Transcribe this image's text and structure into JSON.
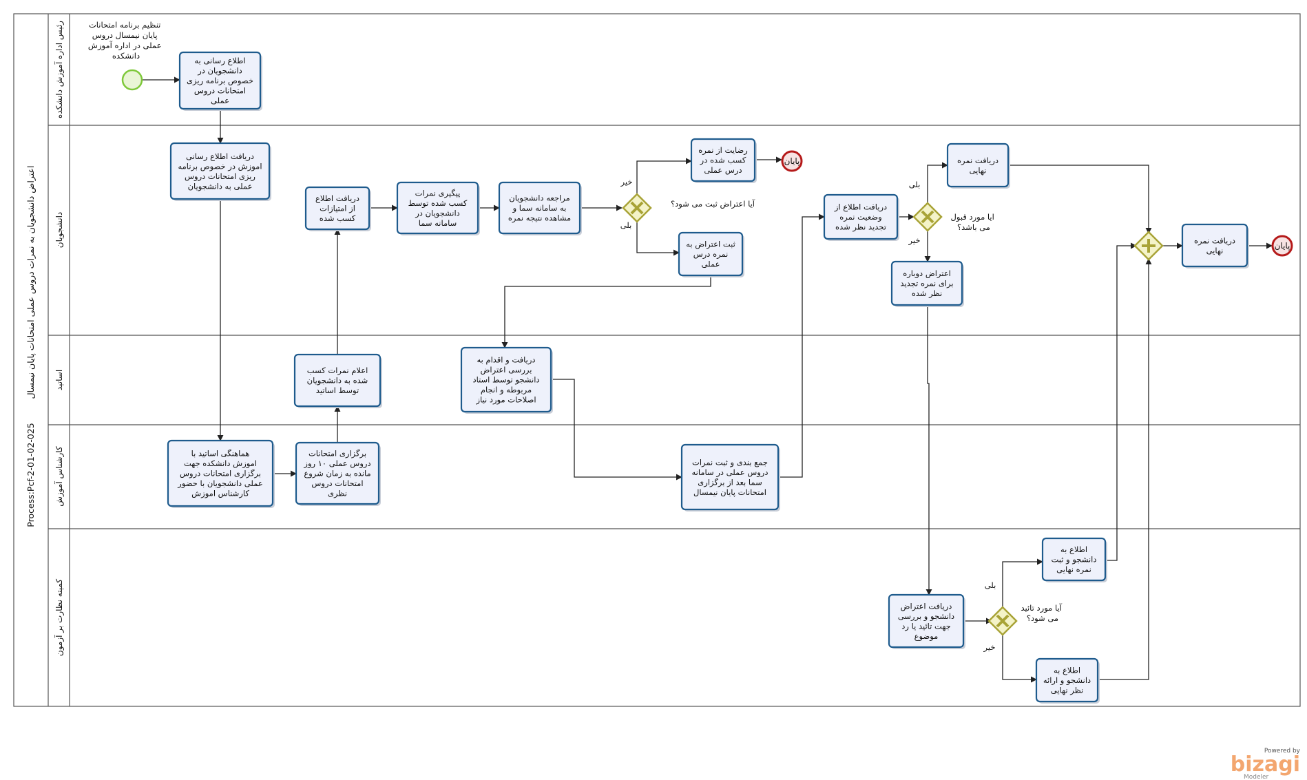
{
  "pool": {
    "title": "اعتراض دانشجویان به نمرات دروس عملی امتحانات پایان نیمسال",
    "code": "Process:Pcf-2-01-02-025"
  },
  "lanes": {
    "head": "رئیس اداره آموزش دانشکده",
    "students": "دانشجویان",
    "professors": "اساتید",
    "education_expert": "کارشناس آموزش",
    "committee": "کمیته نظارت بر آزمون"
  },
  "start_annotation": [
    "تنظیم برنامه امتحانات",
    "پایان نیمسال دروس",
    "عملی در اداره آموزش",
    "دانشکده"
  ],
  "tasks": {
    "t1": [
      "اطلاع رسانی به",
      "دانشجویان در",
      "خصوص برنامه ریزی",
      "امتحانات دروس",
      "عملی"
    ],
    "t2": [
      "دریافت اطلاع رسانی",
      "اموزش در خصوص برنامه",
      "ریزی امتحانات دروس",
      "عملی به دانشجویان"
    ],
    "t3": [
      "هماهنگی اساتید  با",
      "اموزش دانشکده جهت",
      "برگزاری امتحانات دروس",
      "عملی دانشجویان با حضور",
      "کارشناس اموزش"
    ],
    "t4": [
      "برگزاری امتحانات",
      "دروس  عملی ۱۰ روز",
      "مانده به زمان شروع",
      "امتحانات دروس",
      "نظری"
    ],
    "t5": [
      "اعلام نمرات کسب",
      "شده به دانشجویان",
      "توسط اساتید"
    ],
    "t6": [
      "دریافت اطلاع",
      "از امتیازات",
      "کسب شده"
    ],
    "t7": [
      "پیگیری نمرات",
      "کسب شده توسط",
      "دانشجویان در",
      "سامانه سما"
    ],
    "t8": [
      "مراجعه دانشجویان",
      "به سامانه سما و",
      "مشاهده نتیجه نمره"
    ],
    "t9": [
      "رضایت از نمره",
      "کسب شده در",
      "درس عملی"
    ],
    "t10": [
      "ثبت اعتراض به",
      "نمره درس",
      "عملی"
    ],
    "t11": [
      "دریافت و اقدام به",
      "بررسی اعتراض",
      "دانشجو توسط استاد",
      "مربوطه و انجام",
      "اصلاحات مورد نیاز"
    ],
    "t12": [
      "جمع بندی و ثبت نمرات",
      "دروس عملی در سامانه",
      "سما بعد از برگزاری",
      "امتحانات پایان نیمسال"
    ],
    "t13": [
      "دریافت اطلاع از",
      "وضعیت نمره",
      "تجدید نظر شده"
    ],
    "t14": [
      "دریافت نمره",
      "نهایی"
    ],
    "t15": [
      "اعتراض دوباره",
      "برای نمره تجدید",
      "نظر شده"
    ],
    "t16": [
      "دریافت اعتراض",
      "دانشجو و بررسی",
      "جهت تائید یا رد",
      "موضوع"
    ],
    "t17": [
      "اطلاع به",
      "دانشجو و ثبت",
      "نمره نهایی"
    ],
    "t18": [
      "اطلاع به",
      "دانشجو و ارائه",
      "نظر نهایی"
    ],
    "t19": [
      "دریافت نمره",
      "نهایی"
    ]
  },
  "gateways": {
    "g1_question": "آیا اعتراض ثبت می شود؟",
    "g1_no": "خیر",
    "g1_yes": "بلی",
    "g2_question": [
      "ایا مورد قبول",
      "می باشد؟"
    ],
    "g2_yes": "بلی",
    "g2_no": "خیر",
    "g3_question": [
      "آیا مورد تائید",
      "می شود؟"
    ],
    "g3_yes": "بلی",
    "g3_no": "خیر"
  },
  "end_events": {
    "end1": "پایان",
    "end2": "پایان"
  },
  "branding": {
    "powered": "Powered by",
    "name": "bizagi",
    "product": "Modeler"
  },
  "colors": {
    "task_border": "#1e5b8d",
    "task_fill": "#eef1fb",
    "start": "#7ec83a",
    "end": "#b51a1a",
    "gateway": "#b8b43a"
  }
}
